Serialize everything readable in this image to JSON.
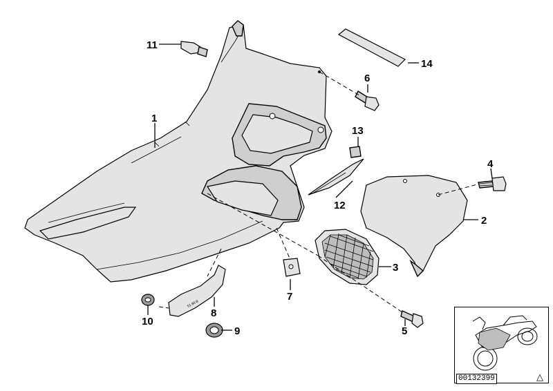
{
  "diagram": {
    "callouts": [
      {
        "id": "1",
        "label": "1"
      },
      {
        "id": "2",
        "label": "2"
      },
      {
        "id": "3",
        "label": "3"
      },
      {
        "id": "4",
        "label": "4"
      },
      {
        "id": "5",
        "label": "5"
      },
      {
        "id": "6",
        "label": "6"
      },
      {
        "id": "7",
        "label": "7"
      },
      {
        "id": "8",
        "label": "8"
      },
      {
        "id": "9",
        "label": "9"
      },
      {
        "id": "10",
        "label": "10"
      },
      {
        "id": "11",
        "label": "11"
      },
      {
        "id": "12",
        "label": "12"
      },
      {
        "id": "13",
        "label": "13"
      },
      {
        "id": "14",
        "label": "14"
      }
    ],
    "part_stamp_text": "51 88 B"
  },
  "thumbnail": {
    "reference_number": "00132399",
    "warning_icon": "△"
  }
}
